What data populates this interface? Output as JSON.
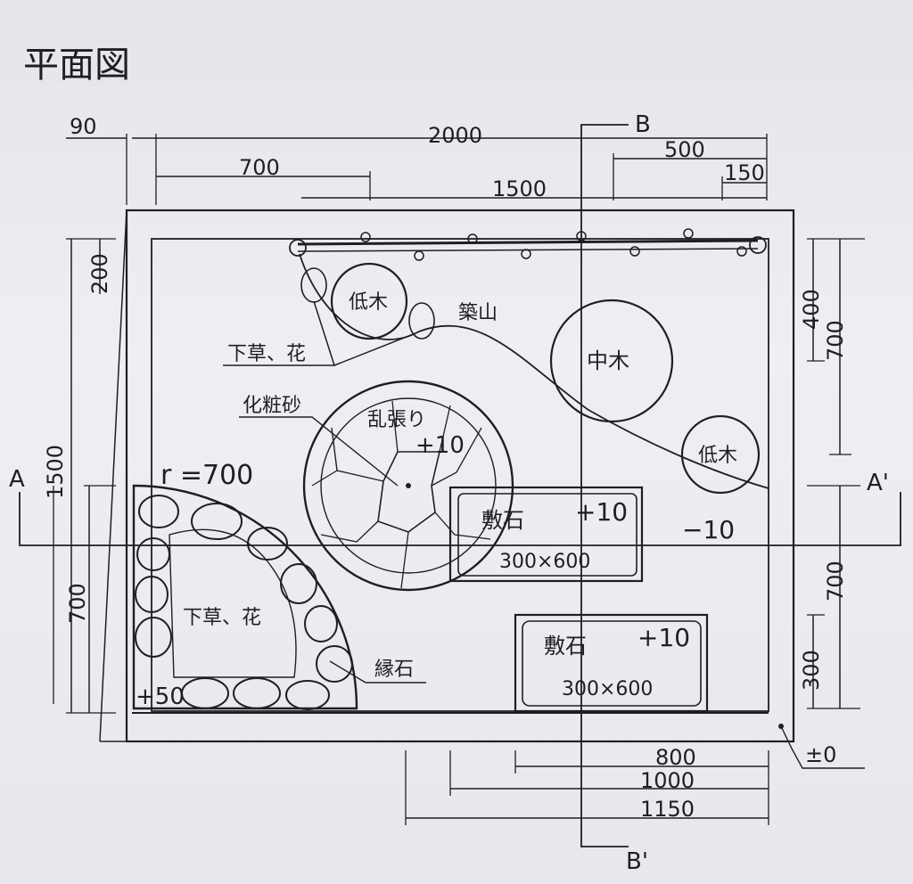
{
  "title": "平面図",
  "dims": {
    "total_width": "2000",
    "left_offset": "90",
    "inner_700": "700",
    "w_500": "500",
    "w_150": "150",
    "w_1500": "1500",
    "left_200": "200",
    "left_1500": "1500",
    "left_700": "700",
    "right_400": "400",
    "right_700_top": "700",
    "right_700_bottom": "700",
    "right_300": "300",
    "bottom_800": "800",
    "bottom_1000": "1000",
    "bottom_1150": "1150"
  },
  "section_marks": {
    "a": "A",
    "a_prime": "A'",
    "b_top": "B",
    "b_bottom": "B'"
  },
  "labels": {
    "low_tree_1": "低木",
    "low_tree_2": "低木",
    "mid_tree": "中木",
    "tsukiyama": "築山",
    "undergrowth_top": "下草、花",
    "undergrowth_bottom": "下草、花",
    "decorative_sand": "化粧砂",
    "random_paving": "乱張り",
    "random_paving_level": "+10",
    "radius": "r =700",
    "stone1": "敷石",
    "stone1_level": "+10",
    "stone1_size": "300×600",
    "stone2": "敷石",
    "stone2_level": "+10",
    "stone2_size": "300×600",
    "ground_level": "−10",
    "mound_level": "+50",
    "edge_stone": "縁石",
    "zero_level": "±0"
  }
}
